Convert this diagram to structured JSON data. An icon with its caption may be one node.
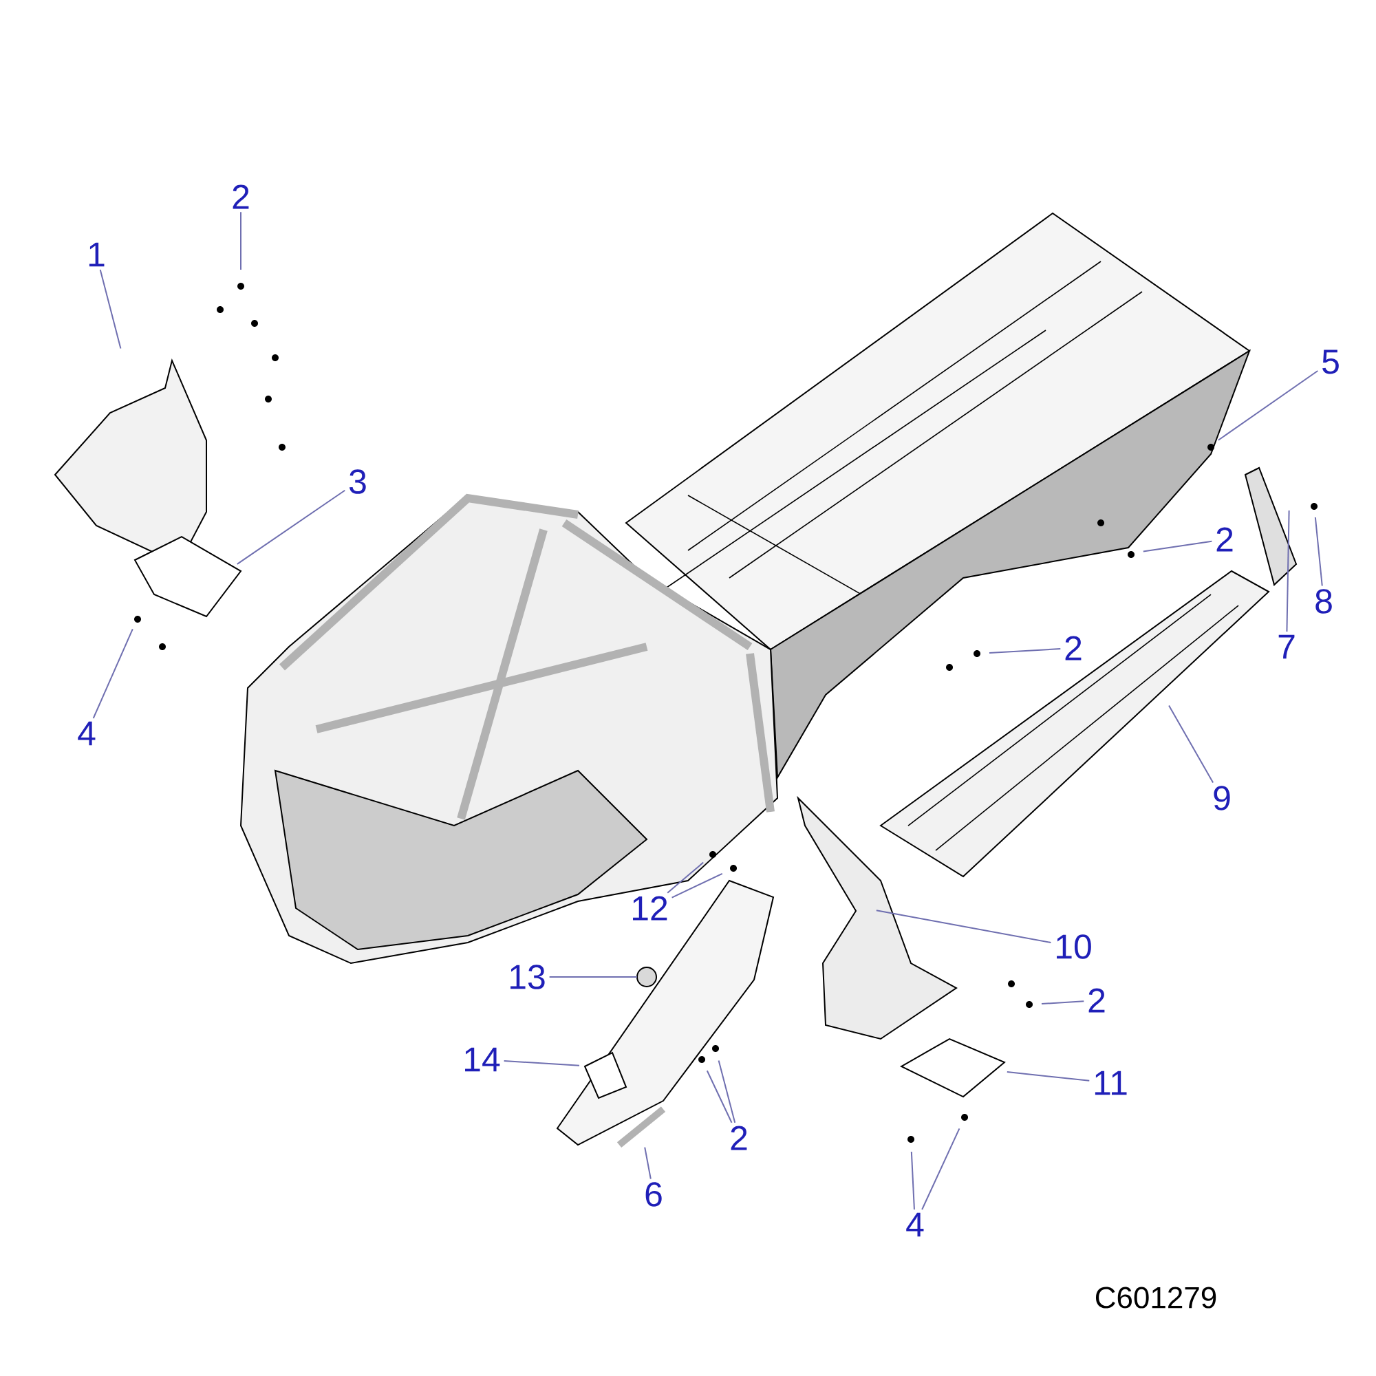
{
  "diagram": {
    "nodes": [
      {
        "text": [
          "2"
        ]
      },
      {
        "text": [
          "1"
        ]
      },
      {
        "text": [
          "5"
        ]
      },
      {
        "text": [
          "3"
        ]
      },
      {
        "text": [
          "2"
        ]
      },
      {
        "text": [
          "8"
        ]
      },
      {
        "text": [
          "7"
        ]
      },
      {
        "text": [
          "2"
        ]
      },
      {
        "text": [
          "4"
        ]
      },
      {
        "text": [
          "9"
        ]
      },
      {
        "text": [
          "12"
        ]
      },
      {
        "text": [
          "10"
        ]
      },
      {
        "text": [
          "13"
        ]
      },
      {
        "text": [
          "2"
        ]
      },
      {
        "text": [
          "14"
        ]
      },
      {
        "text": [
          "11"
        ]
      },
      {
        "text": [
          "2"
        ]
      },
      {
        "text": [
          "6"
        ]
      },
      {
        "text": [
          "4"
        ]
      }
    ],
    "edges": [
      {
        "from": 0,
        "to": null,
        "arrow": "none"
      },
      {
        "from": 1,
        "to": null,
        "arrow": "none"
      },
      {
        "from": 2,
        "to": null,
        "arrow": "none"
      },
      {
        "from": 3,
        "to": null,
        "arrow": "none"
      },
      {
        "from": 4,
        "to": null,
        "arrow": "none"
      },
      {
        "from": 5,
        "to": null,
        "arrow": "none"
      },
      {
        "from": 6,
        "to": null,
        "arrow": "none"
      },
      {
        "from": 7,
        "to": null,
        "arrow": "none"
      },
      {
        "from": 8,
        "to": null,
        "arrow": "none"
      },
      {
        "from": 9,
        "to": null,
        "arrow": "none"
      },
      {
        "from": 10,
        "to": null,
        "arrow": "none"
      },
      {
        "from": 10,
        "to": null,
        "arrow": "none"
      },
      {
        "from": 11,
        "to": null,
        "arrow": "none"
      },
      {
        "from": 12,
        "to": null,
        "arrow": "none"
      },
      {
        "from": 13,
        "to": null,
        "arrow": "none"
      },
      {
        "from": 14,
        "to": null,
        "arrow": "none"
      },
      {
        "from": 15,
        "to": null,
        "arrow": "none"
      },
      {
        "from": 16,
        "to": null,
        "arrow": "none"
      },
      {
        "from": 16,
        "to": null,
        "arrow": "none"
      },
      {
        "from": 17,
        "to": null,
        "arrow": "none"
      },
      {
        "from": 18,
        "to": null,
        "arrow": "none"
      },
      {
        "from": 18,
        "to": null,
        "arrow": "none"
      }
    ],
    "labels": [
      "C601279"
    ]
  }
}
